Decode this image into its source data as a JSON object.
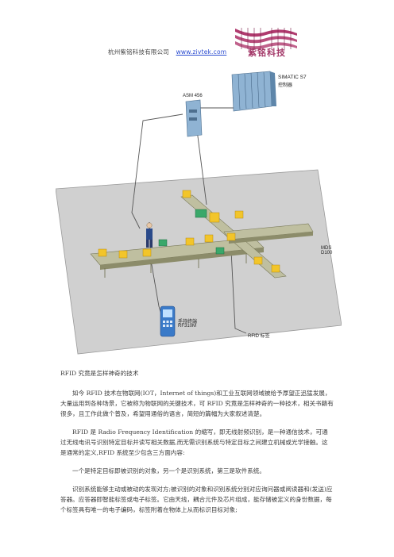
{
  "header": {
    "company": "杭州紫铭科技有限公司",
    "url": "www.zivtek.com",
    "logo_text": "紫铭科技"
  },
  "diagram": {
    "simatic_label": "SIMATIC S7",
    "controller_label": "控制器",
    "asm_label": "ASM 456",
    "mds_label": "MDS D100",
    "handheld_label_1": "手持终端",
    "handheld_label_2": "RF310M",
    "bottom_label": "RFID 标签"
  },
  "article": {
    "title": "RFID 究竟是怎样神奇的技术",
    "p1": "如今 RFID 技术在物联网(IOT，Internet of things)和工业互联网领域被给予厚望正迅猛发展，大量运用到各种场景，它被称为物联网的关键技术，可 RFID 究竟是怎样神奇的一种技术，相关书籍有很多，且工作此做个普及，希望用通俗的语言，简短的篇幅为大家叙述清楚。",
    "p2": "RFID 是 Radio Frequency Identification 的缩写，即无线射频识别，是一种通信技术，可通过无线电讯号识别特定目标并读写相关数据,而无需识别系统与特定目标之间建立机械或光学接触。这是通常的定义,RFID 系统至少包含三方面内容:",
    "p3": "一个是特定目标即被识别的对象，另一个是识别系统，第三是软件系统。",
    "p4": "识别系统能够主动或被动的发现对方;被识别的对象和识别系统分别对应询问器或阅读器和(发送)应答器。应答器即智能标签或电子标签。它由天线，耦合元件及芯片组成，能存储被定义的身份数据，每个标签具有唯一的电子编码，标签附着在物体上从而标识目标对象;"
  }
}
